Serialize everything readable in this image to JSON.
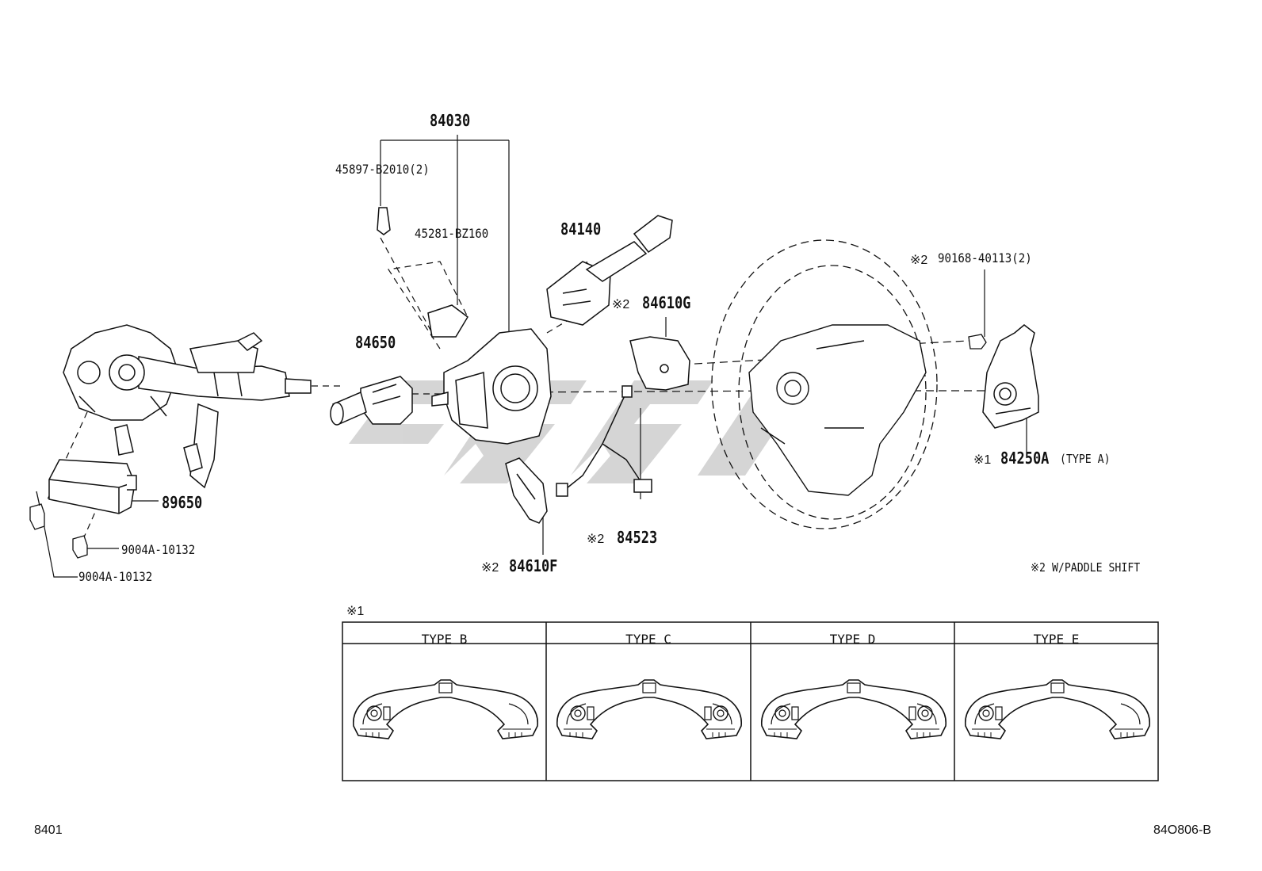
{
  "parts": {
    "p84030": "84030",
    "p45897": "45897-B2010(2)",
    "p45281": "45281-BZ160",
    "p84140": "84140",
    "p84650": "84650",
    "p84610g": "84610G",
    "p84610g_mark": "※2",
    "p90168": "90168-40113(2)",
    "p90168_mark": "※2",
    "p84250a": "84250A",
    "p84250a_mark": "※1",
    "p84250a_type": "(TYPE A)",
    "p89650": "89650",
    "p9004a_1": "9004A-10132",
    "p9004a_2": "9004A-10132",
    "p84523": "84523",
    "p84523_mark": "※2",
    "p84610f": "84610F",
    "p84610f_mark": "※2"
  },
  "notes": {
    "paddle": "※2 W/PADDLE SHIFT",
    "table_mark": "※1"
  },
  "types_table": {
    "headers": [
      "TYPE B",
      "TYPE C",
      "TYPE D",
      "TYPE E"
    ]
  },
  "footer": {
    "page_id": "8401",
    "figure_code": "84O806-B"
  }
}
